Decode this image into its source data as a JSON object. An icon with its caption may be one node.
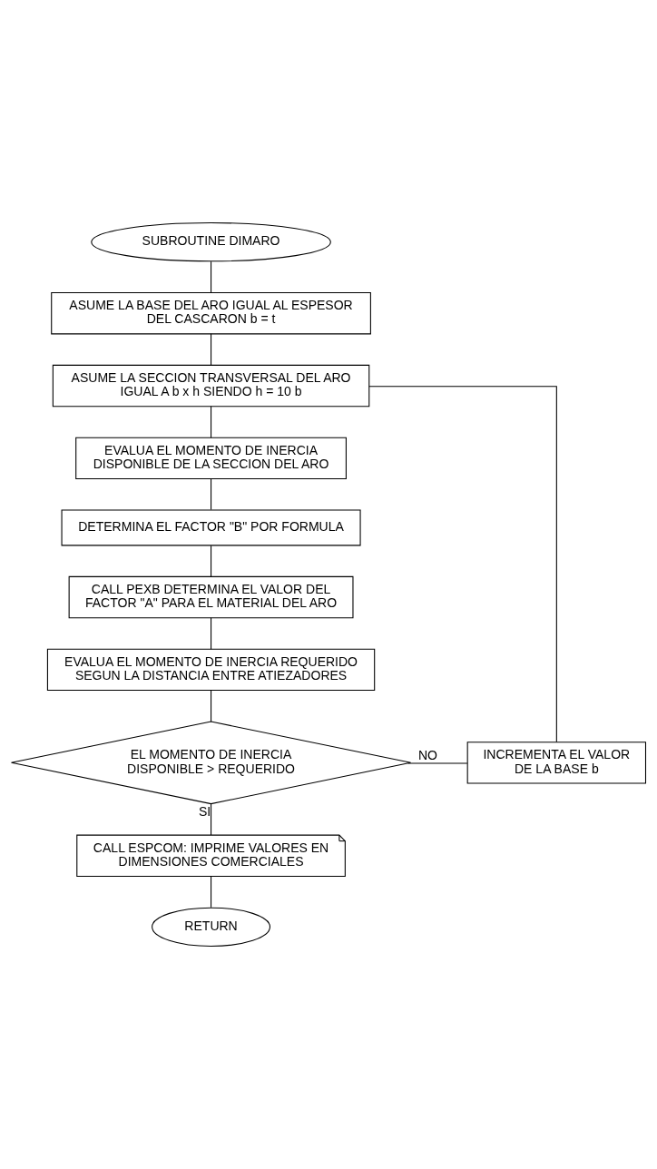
{
  "diagram": {
    "nodes": [
      {
        "text": [
          "SUBROUTINE DIMARO"
        ]
      },
      {
        "text": [
          "ASUME LA BASE DEL ARO IGUAL AL ESPESOR DEL CASCARON b = t"
        ]
      },
      {
        "text": [
          "ASUME LA SECCION TRANSVERSAL DEL ARO IGUAL A b x h SIENDO h = 10 b"
        ]
      },
      {
        "text": [
          "EVALUA EL MOMENTO DE INERCIA DISPONIBLE DE LA SECCION DEL ARO"
        ]
      },
      {
        "text": [
          "DETERMINA EL FACTOR \"B\" POR FORMULA"
        ]
      },
      {
        "text": [
          "CALL PEXB DETERMINA EL VALOR DEL FACTOR \"A\" PARA EL MATERIAL DEL ARO"
        ]
      },
      {
        "text": [
          "EVALUA EL MOMENTO DE INERCIA REQUERIDO SEGUN LA DISTANCIA ENTRE ATIEZADORES"
        ]
      },
      {
        "text": [
          "EL MOMENTO DE INERCIA DISPONIBLE > REQUERIDO"
        ]
      },
      {
        "text": [
          "INCREMENTA EL VALOR DE LA BASE b"
        ]
      },
      {
        "text": [
          "CALL ESPCOM: IMPRIME VALORES EN DIMENSIONES COMERCIALES"
        ]
      },
      {
        "text": [
          "RETURN"
        ]
      }
    ],
    "edges": [
      {
        "from": 0,
        "to": 1,
        "arrow": "none"
      },
      {
        "from": 1,
        "to": 2,
        "arrow": "none"
      },
      {
        "from": 2,
        "to": 3,
        "arrow": "none"
      },
      {
        "from": 3,
        "to": 4,
        "arrow": "none"
      },
      {
        "from": 4,
        "to": 5,
        "arrow": "none"
      },
      {
        "from": 5,
        "to": 6,
        "arrow": "none"
      },
      {
        "from": 6,
        "to": 7,
        "arrow": "none"
      },
      {
        "from": 7,
        "to": 8,
        "arrow": "none",
        "label": "NO"
      },
      {
        "from": 8,
        "to": 2,
        "arrow": "none"
      },
      {
        "from": 7,
        "to": 9,
        "arrow": "none",
        "label": "SI"
      },
      {
        "from": 9,
        "to": 10,
        "arrow": "none"
      }
    ]
  }
}
